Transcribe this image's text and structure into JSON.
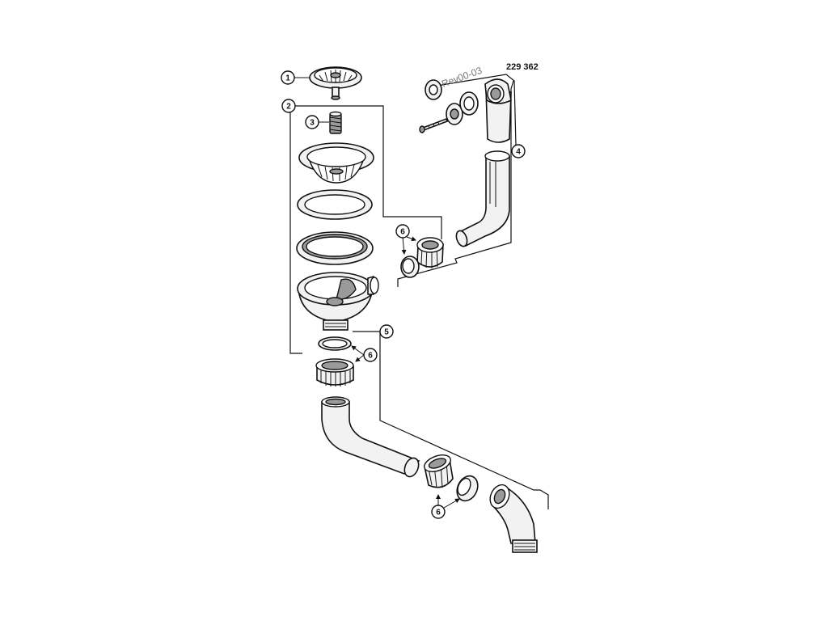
{
  "part_number": "229 362",
  "revision_stamp": "Rev00-03",
  "callouts": {
    "c1": "1",
    "c2": "2",
    "c3": "3",
    "c4": "4",
    "c5": "5",
    "c6a": "6",
    "c6b": "6",
    "c6c": "6"
  },
  "colors": {
    "line": "#111111",
    "part_fill": "#f2f2f2",
    "shade": "#9a9a9a"
  }
}
